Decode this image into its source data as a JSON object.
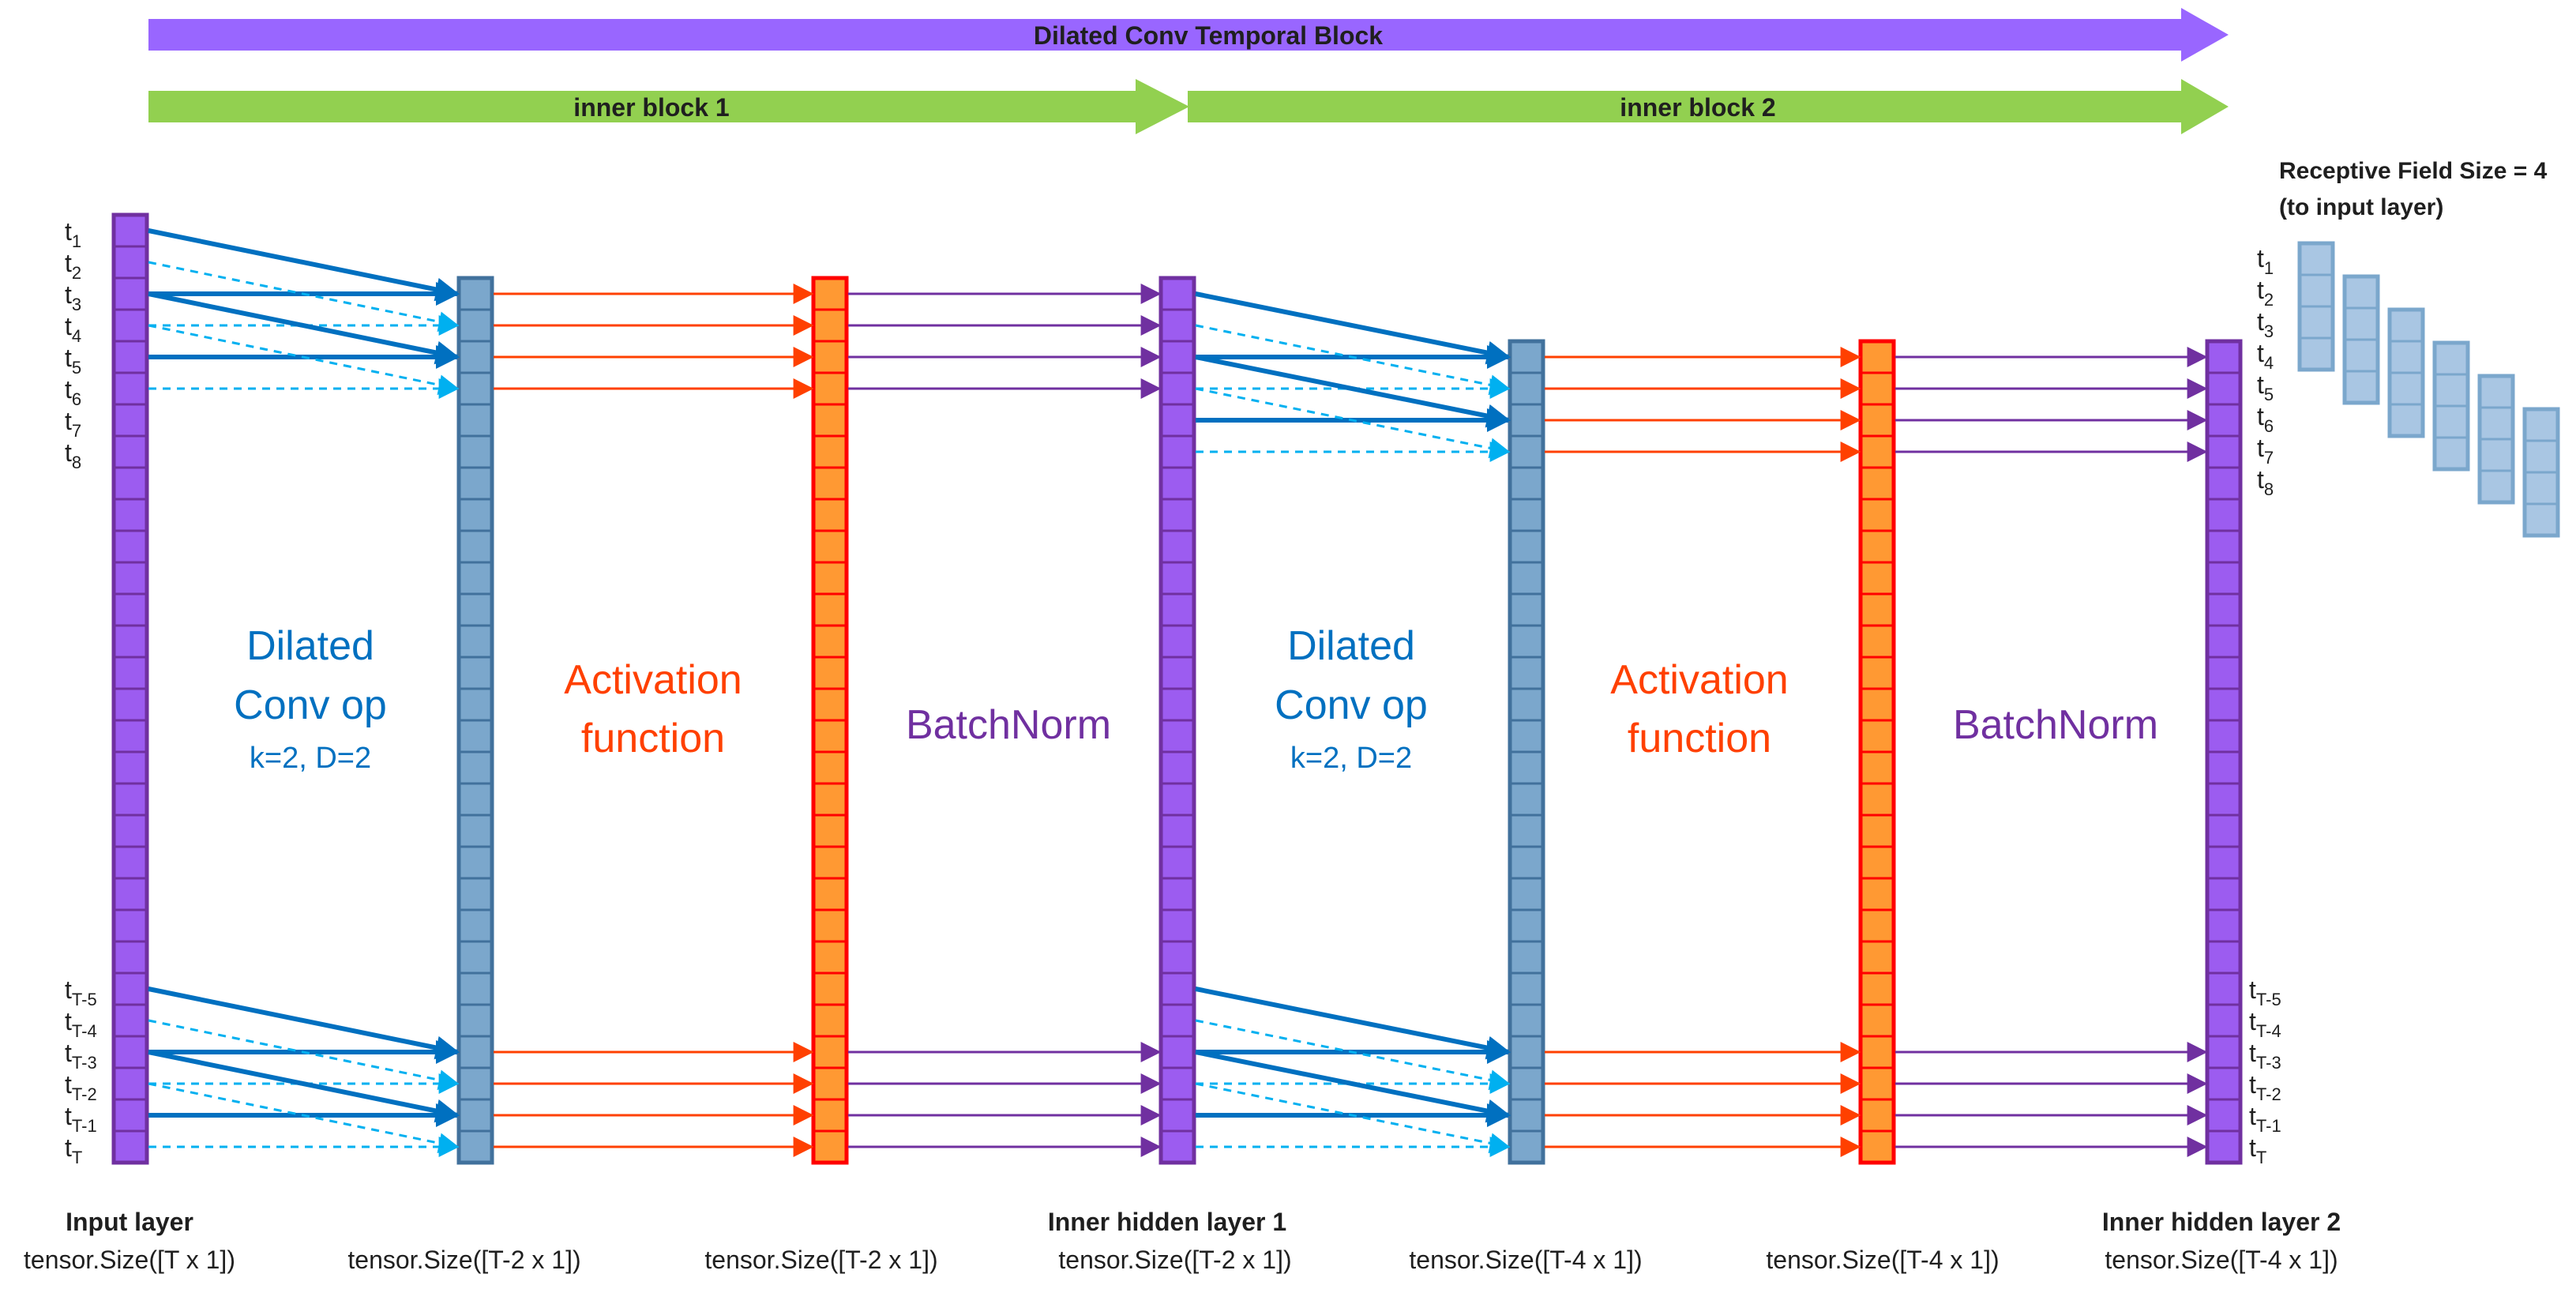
{
  "banners": {
    "main": "Dilated Conv Temporal Block",
    "inner1": "inner block 1",
    "inner2": "inner block 2"
  },
  "receptive_field": {
    "line1": "Receptive Field Size = 4",
    "line2": "(to input layer)"
  },
  "ops": {
    "conv1": {
      "line1": "Dilated",
      "line2": "Conv op",
      "line3": "k=2, D=2"
    },
    "act1": {
      "line1": "Activation",
      "line2": "function"
    },
    "bn1": {
      "line1": "BatchNorm"
    },
    "conv2": {
      "line1": "Dilated",
      "line2": "Conv op",
      "line3": "k=2, D=2"
    },
    "act2": {
      "line1": "Activation",
      "line2": "function"
    },
    "bn2": {
      "line1": "BatchNorm"
    }
  },
  "layer_titles": {
    "input": "Input layer",
    "hidden1": "Inner hidden layer 1",
    "hidden2": "Inner hidden layer 2"
  },
  "tensor_sizes": [
    "tensor.Size([T x 1])",
    "tensor.Size([T-2 x 1])",
    "tensor.Size([T-2 x 1])",
    "tensor.Size([T-2 x 1])",
    "tensor.Size([T-4 x 1])",
    "tensor.Size([T-4 x 1])",
    "tensor.Size([T-4 x 1])"
  ],
  "top_time_labels": [
    {
      "base": "t",
      "sub": "1"
    },
    {
      "base": "t",
      "sub": "2"
    },
    {
      "base": "t",
      "sub": "3"
    },
    {
      "base": "t",
      "sub": "4"
    },
    {
      "base": "t",
      "sub": "5"
    },
    {
      "base": "t",
      "sub": "6"
    },
    {
      "base": "t",
      "sub": "7"
    },
    {
      "base": "t",
      "sub": "8"
    }
  ],
  "bottom_time_labels": [
    {
      "base": "t",
      "sub": "T-5"
    },
    {
      "base": "t",
      "sub": "T-4"
    },
    {
      "base": "t",
      "sub": "T-3"
    },
    {
      "base": "t",
      "sub": "T-2"
    },
    {
      "base": "t",
      "sub": "T-1"
    },
    {
      "base": "t",
      "sub": "T"
    }
  ],
  "colors": {
    "purple_arrow": "#9966ff",
    "green_arrow": "#92d050",
    "input_fill": "#9c5cf0",
    "input_stroke": "#7030a0",
    "conv_fill": "#7ba7cc",
    "conv_stroke": "#41719c",
    "act_fill": "#ff9933",
    "act_stroke": "#ff0000",
    "conv_text": "#0070c0",
    "act_text": "#ff4000",
    "bn_text": "#7030a0",
    "solid_arrow": "#0070c0",
    "dashed_arrow": "#00b0f0",
    "orange_arrow": "#ff4000",
    "purple_line": "#7030a0",
    "rf_fill": "#a9c6e3",
    "rf_stroke": "#7ba7cc"
  }
}
